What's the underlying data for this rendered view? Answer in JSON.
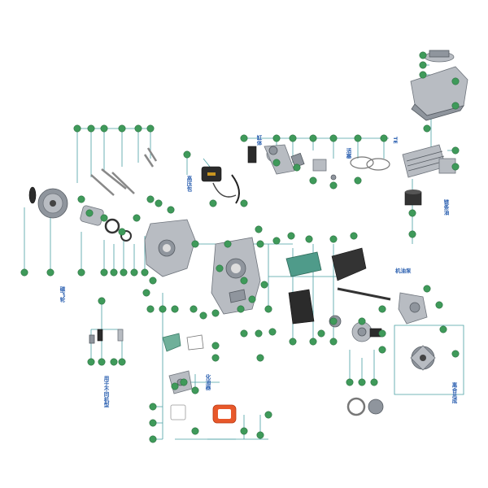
{
  "labels": {
    "flywheel": "磁飞轮",
    "ignition_coil": "高压包",
    "different_models": "用于不同机型",
    "carburetor": "化油器",
    "oil_pump": "机油泵",
    "clutch": "离合总成",
    "chain_oil": "链条油",
    "piston": "活塞",
    "cylinder": "缸体",
    "small_label": "TE"
  },
  "colors": {
    "callout": "#3f9a5a",
    "leader": "#4aa0a4",
    "label_text": "#2a5fb0",
    "filter": "#e8582a",
    "gasket": "#4f9b8a"
  }
}
